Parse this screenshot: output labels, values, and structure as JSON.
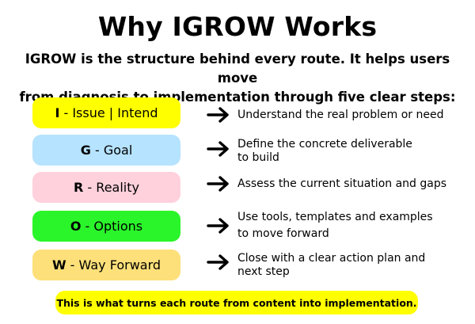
{
  "title": "Why IGROW Works",
  "subtitle": {
    "line1": "IGROW is the structure behind every route. It helps users move",
    "line2": "from diagnosis to implementation through five clear steps:"
  },
  "steps": [
    {
      "letter": "I",
      "label": " - Issue | Intend",
      "color": "#ffff00",
      "description": [
        "Understand the real problem or need"
      ]
    },
    {
      "letter": "G",
      "label": " - Goal",
      "color": "#b6e3ff",
      "description": [
        "Define the concrete deliverable",
        "to build"
      ]
    },
    {
      "letter": "R",
      "label": " - Reality",
      "color": "#ffd1dc",
      "description": [
        "Assess the current situation and gaps"
      ]
    },
    {
      "letter": "O",
      "label": " - Options",
      "color": "#2af52a",
      "description": [
        "Use tools, templates and examples",
        "to move forward"
      ]
    },
    {
      "letter": "W",
      "label": " - Way Forward",
      "color": "#fde07a",
      "description": [
        "Close with a clear action plan and",
        "next step"
      ]
    }
  ],
  "arrow_icon": "right-arrow-icon",
  "footer_banner": {
    "text": "This is what turns each route from content into implementation.",
    "color": "#ffff00"
  }
}
